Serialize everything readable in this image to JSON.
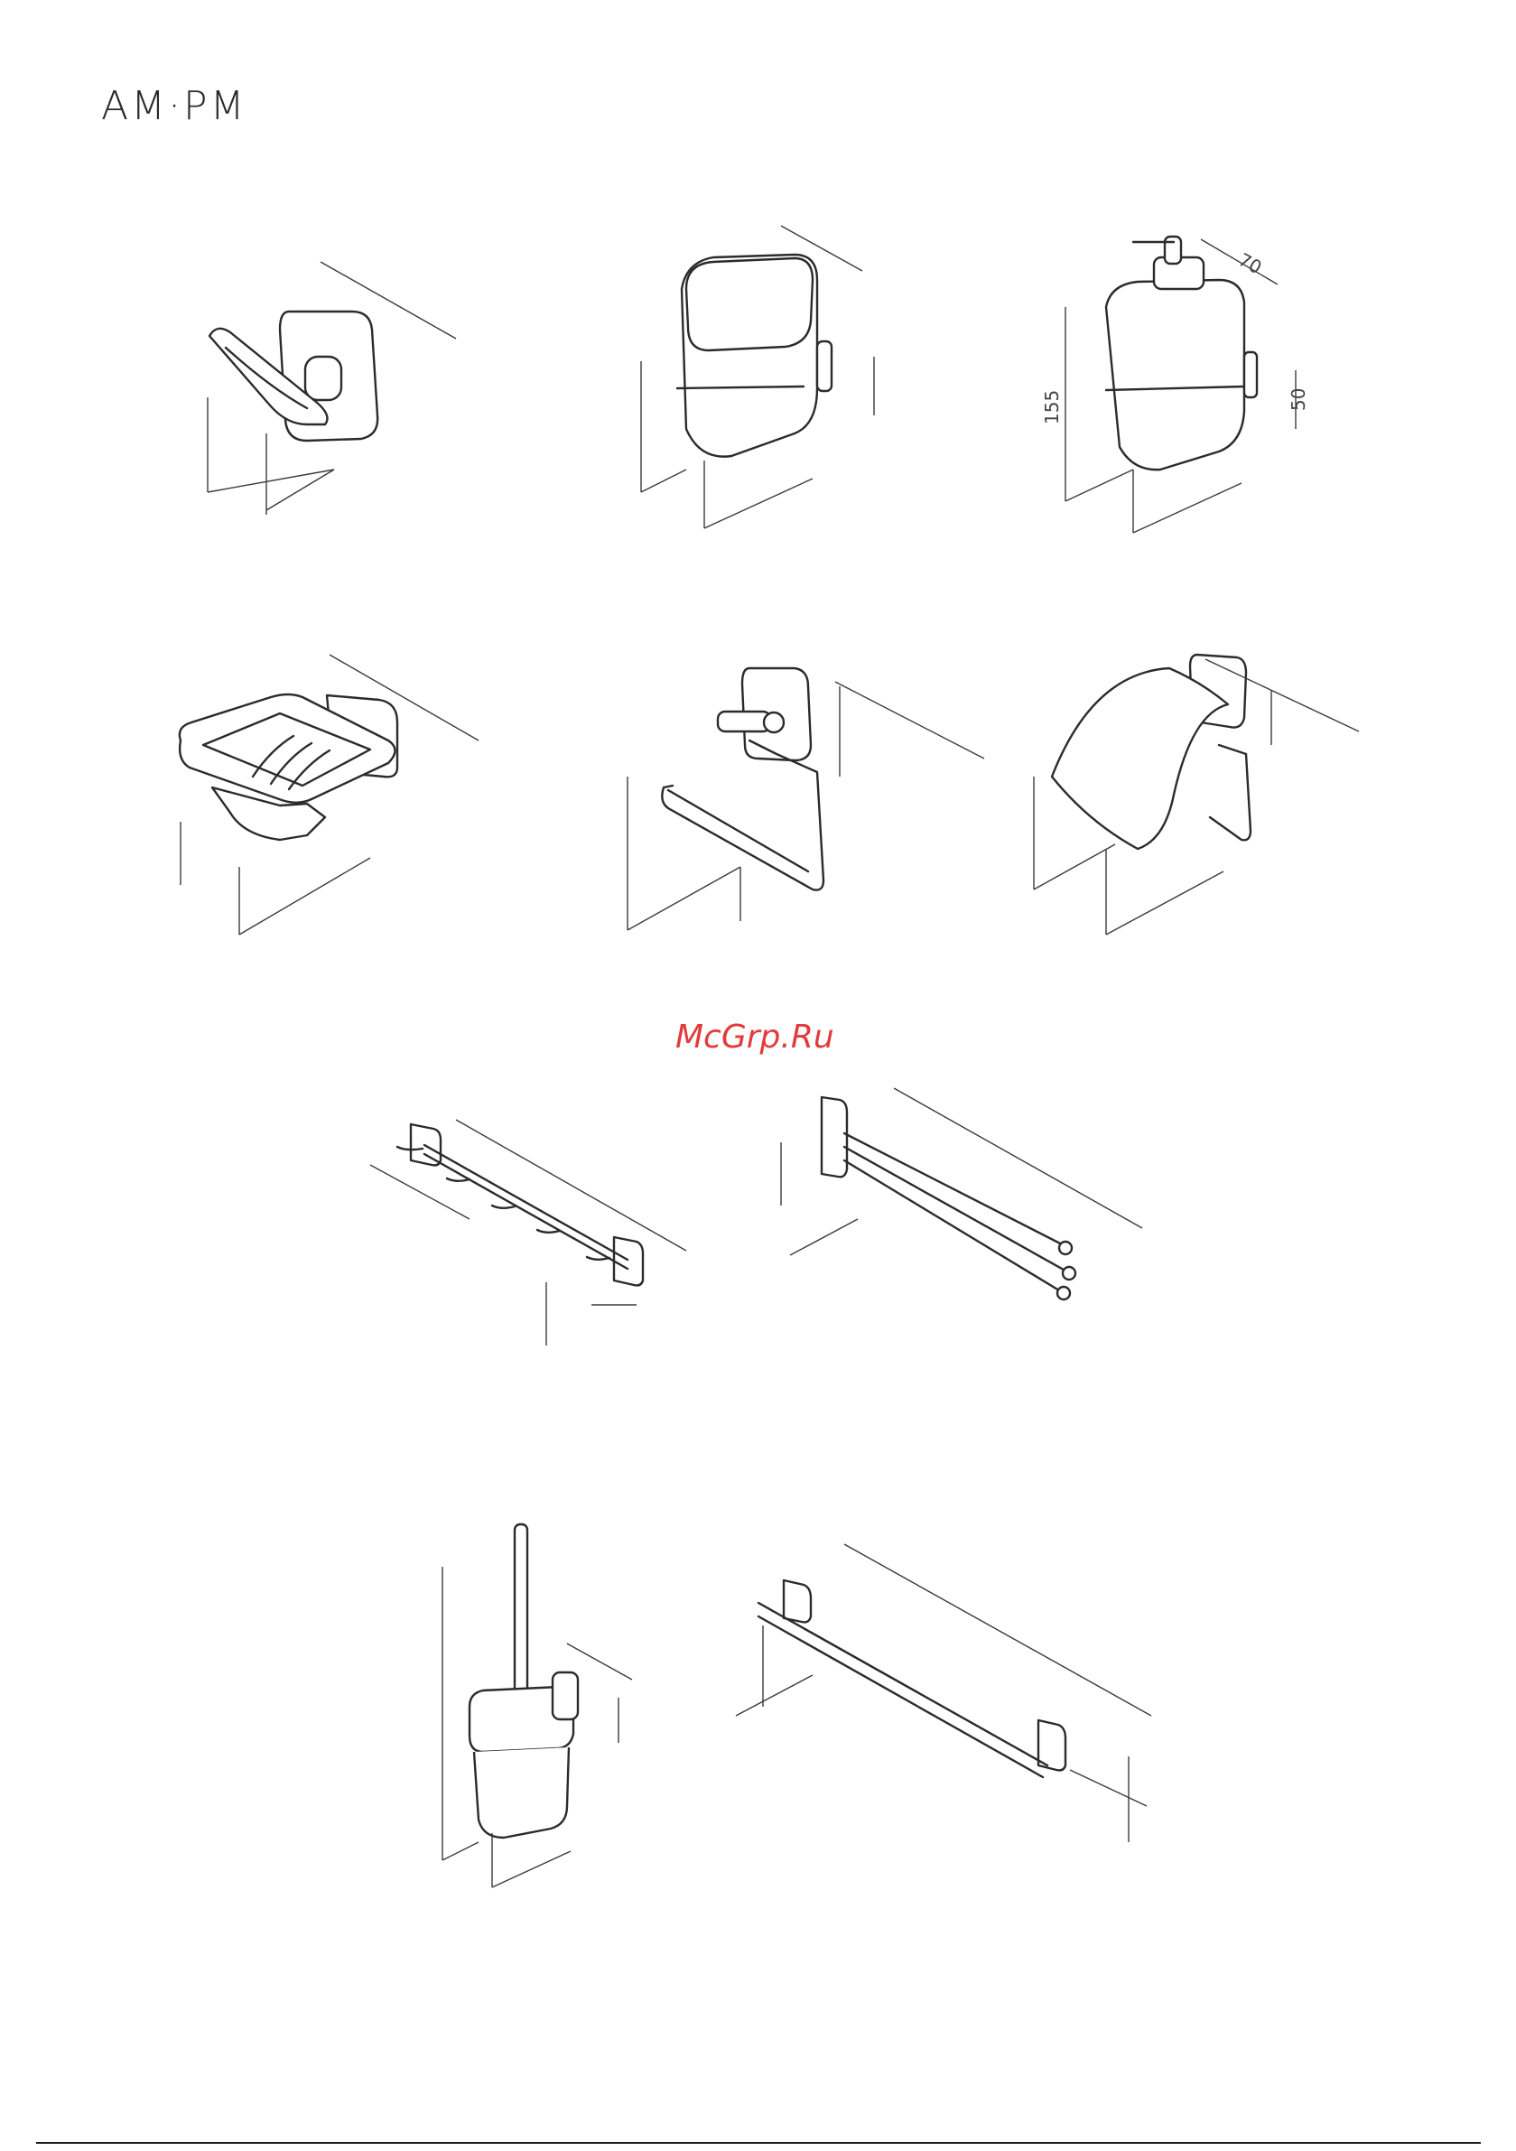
{
  "brand": {
    "logo_text": "AM·PM"
  },
  "watermark": {
    "text": "McGrp.Ru"
  },
  "dimensions": {
    "soap_dispenser_depth": "70",
    "soap_dispenser_height": "155",
    "soap_dispenser_wall_mount": "50"
  },
  "products": [
    {
      "icon": "robe-hook-icon"
    },
    {
      "icon": "tumbler-holder-icon"
    },
    {
      "icon": "soap-dispenser-icon"
    },
    {
      "icon": "soap-dish-icon"
    },
    {
      "icon": "toilet-paper-holder-icon"
    },
    {
      "icon": "toilet-paper-holder-with-cover-icon"
    },
    {
      "icon": "hook-rail-icon"
    },
    {
      "icon": "swivel-towel-bar-icon"
    },
    {
      "icon": "toilet-brush-holder-icon"
    },
    {
      "icon": "towel-bar-icon"
    }
  ]
}
